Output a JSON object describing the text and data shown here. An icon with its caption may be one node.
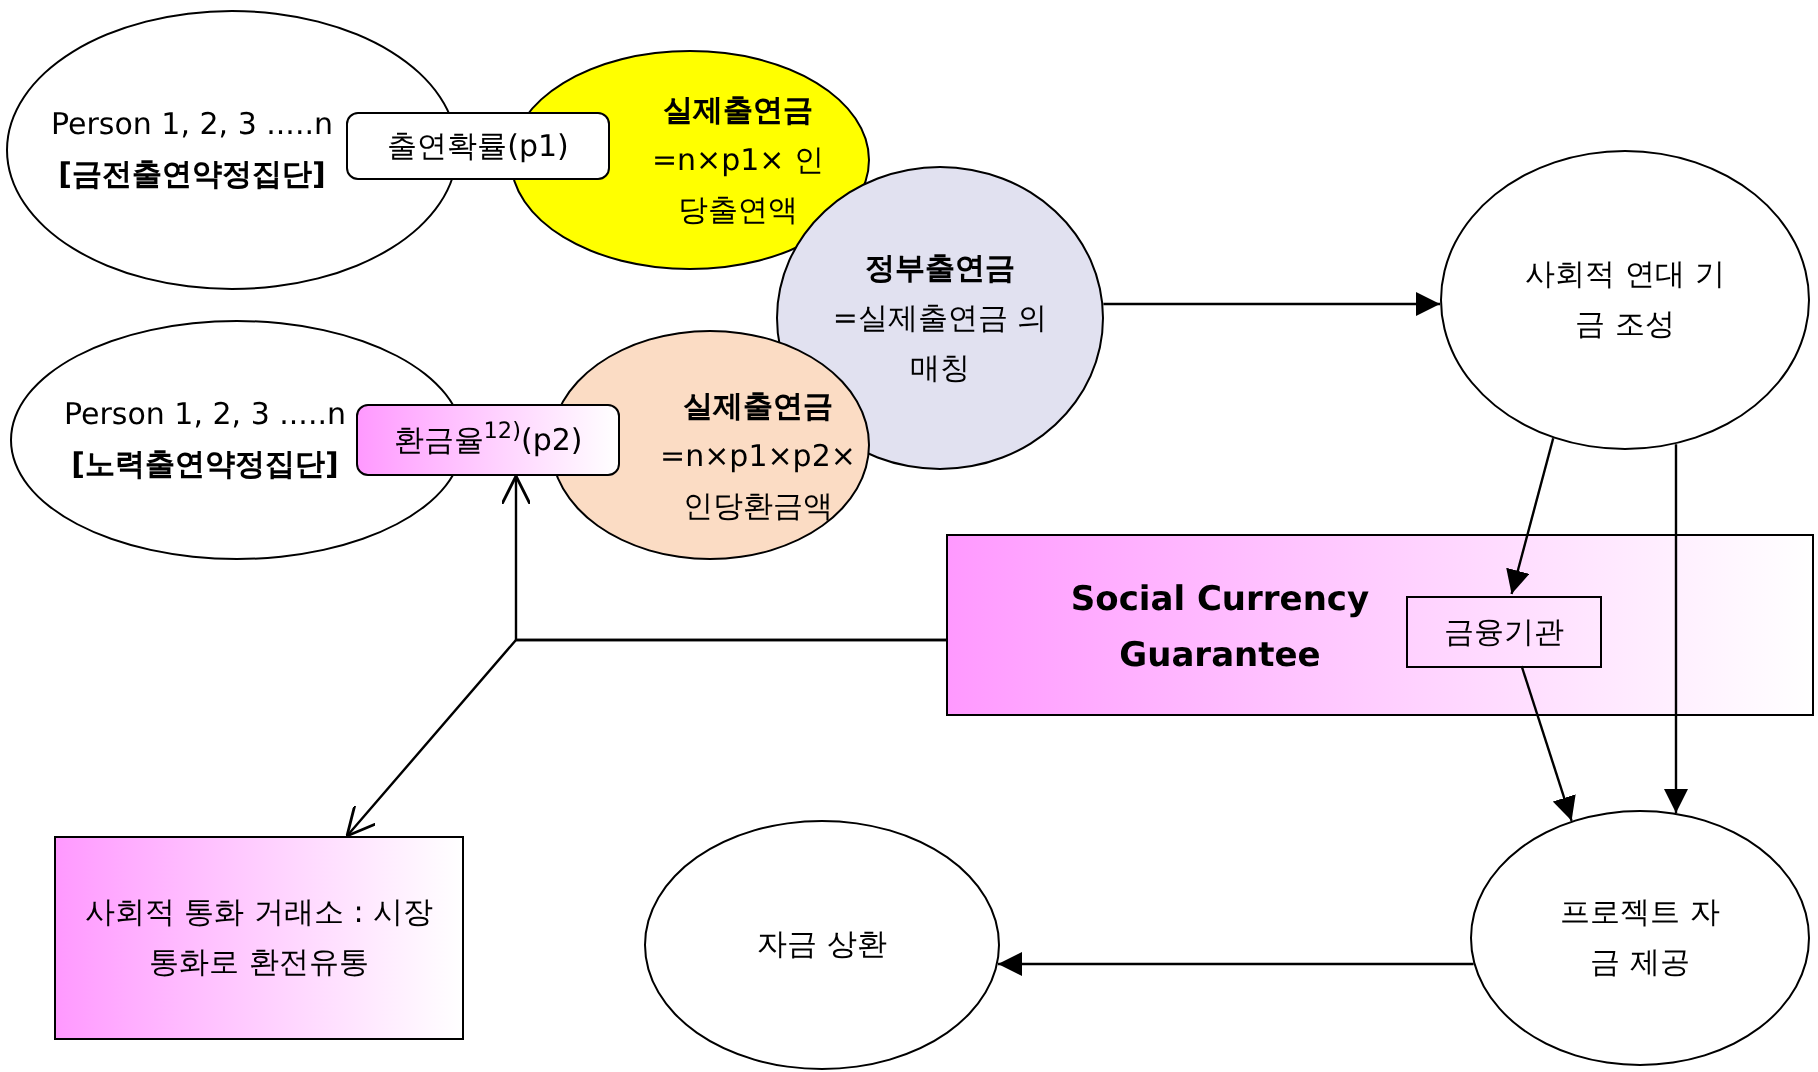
{
  "diagram": {
    "nodes": [
      {
        "text": [
          "Person 1, 2, 3 .....n",
          "[금전출연약정집단]"
        ]
      },
      {
        "text": [
          "출연확률(p1)"
        ]
      },
      {
        "text": [
          "실제출연금",
          "=n×p1× 인당출연액"
        ]
      },
      {
        "text": [
          "Person 1, 2, 3 .....n",
          "[노력출연약정집단]"
        ]
      },
      {
        "text": [
          "환금율$^{12)}$(p2)"
        ]
      },
      {
        "text": [
          "실제출연금",
          "=n×p1×p2× 인당환금액"
        ]
      },
      {
        "text": [
          "정부출연금",
          "=실제출연금 의 매칭"
        ]
      },
      {
        "text": [
          "사회적 연대 기금 조성"
        ]
      },
      {
        "text": [
          "Social Currency Guarantee"
        ]
      },
      {
        "text": [
          "금융기관"
        ],
        "in": 8
      },
      {
        "text": [
          "사회적 통화 거래소 : 시장통화로 환전유통"
        ]
      },
      {
        "text": [
          "자금 상환"
        ]
      },
      {
        "text": [
          "프로젝트 자금 제공"
        ]
      }
    ],
    "edges": [
      {
        "from": 6,
        "to": 7,
        "arrow": "to"
      },
      {
        "from": 7,
        "to": 9,
        "arrow": "to"
      },
      {
        "from": 7,
        "to": 12,
        "arrow": "to"
      },
      {
        "from": 9,
        "to": 12,
        "arrow": "to"
      },
      {
        "from": 12,
        "to": 11,
        "arrow": "to"
      },
      {
        "from": 8,
        "to": 4,
        "arrow": "to"
      },
      {
        "from": 8,
        "to": 10,
        "arrow": "to"
      }
    ]
  }
}
